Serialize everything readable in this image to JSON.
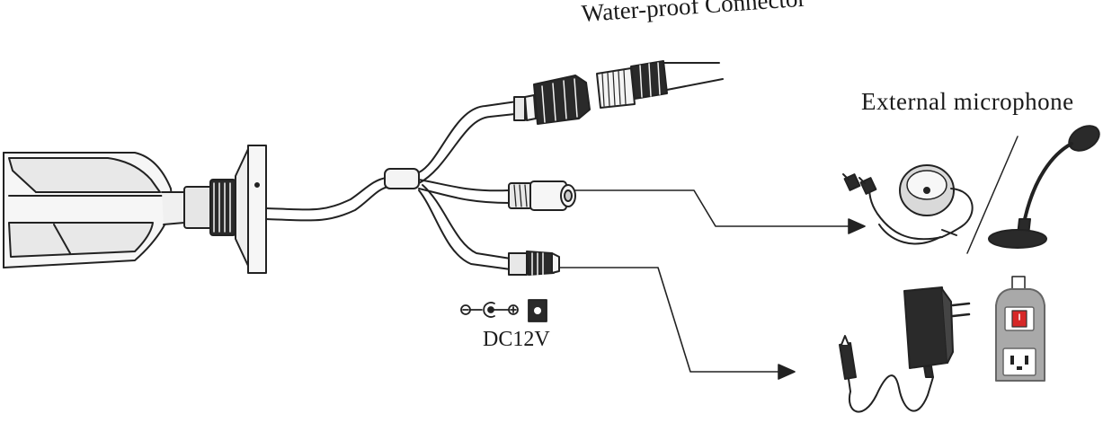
{
  "labels": {
    "waterproof_connector": "Water-proof Connector",
    "external_microphone": "External microphone",
    "dc12v": "DC12V"
  },
  "colors": {
    "line": "#222222",
    "fill_light": "#f4f4f4",
    "fill_mid": "#cfcfcf",
    "fill_dark": "#2a2a2a",
    "outlet_gray": "#a9a9a9",
    "red_switch": "#d62828"
  },
  "components": {
    "camera": "bullet-camera",
    "cable_network": "network-connector",
    "cable_audio": "audio-rca-connector",
    "cable_power": "dc-power-connector",
    "microphone_pickup": "pickup-microphone-icon",
    "microphone_desk": "desk-microphone-icon",
    "adapter": "power-adapter-icon",
    "outlet": "wall-outlet-icon",
    "polarity": "dc-polarity-symbol"
  }
}
